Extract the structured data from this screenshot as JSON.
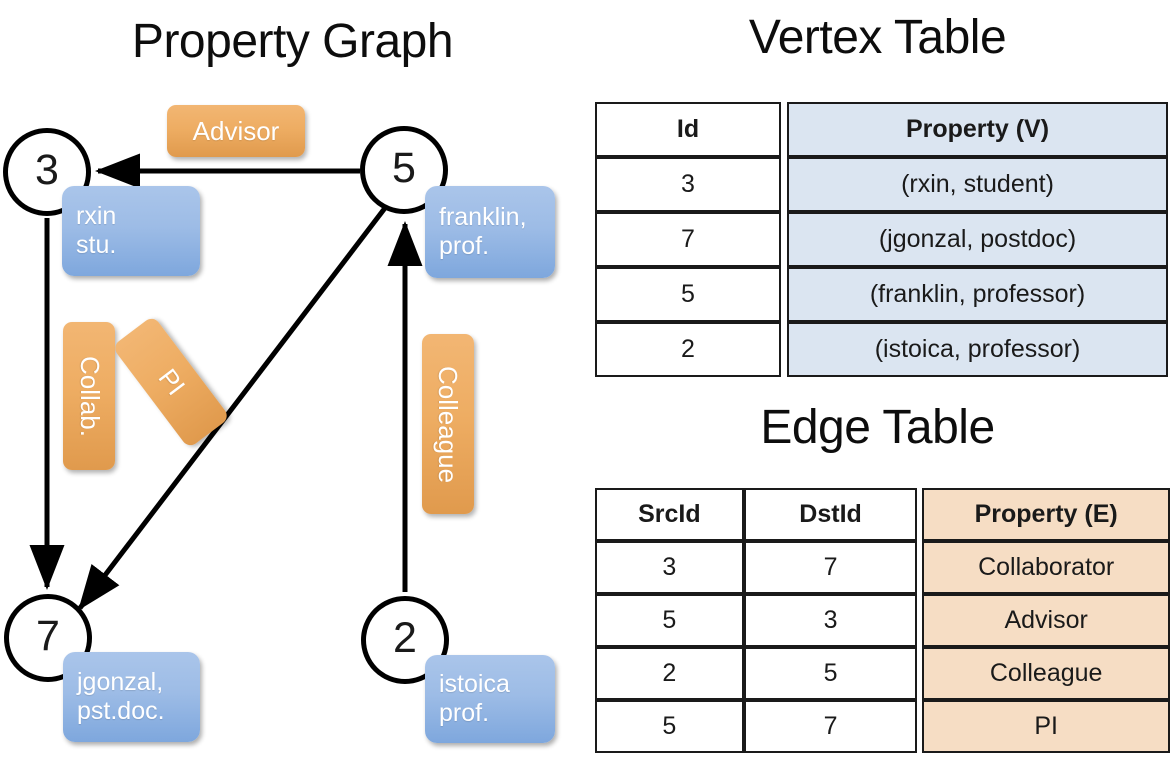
{
  "panels": {
    "graph_title": "Property Graph",
    "vertex_title": "Vertex Table",
    "edge_title": "Edge Table"
  },
  "graph": {
    "nodes": [
      {
        "id": "3",
        "property_line1": "rxin",
        "property_line2": "stu."
      },
      {
        "id": "5",
        "property_line1": "franklin,",
        "property_line2": "prof."
      },
      {
        "id": "7",
        "property_line1": "jgonzal,",
        "property_line2": "pst.doc."
      },
      {
        "id": "2",
        "property_line1": "istoica",
        "property_line2": "prof."
      }
    ],
    "edge_labels": {
      "advisor": "Advisor",
      "collab": "Collab.",
      "pi": "PI",
      "colleague": "Colleague"
    },
    "edges": [
      {
        "src": "5",
        "dst": "3",
        "label": "Advisor"
      },
      {
        "src": "3",
        "dst": "7",
        "label": "Collab."
      },
      {
        "src": "5",
        "dst": "7",
        "label": "PI"
      },
      {
        "src": "2",
        "dst": "5",
        "label": "Colleague"
      }
    ]
  },
  "vertex_table": {
    "headers": [
      "Id",
      "Property (V)"
    ],
    "rows": [
      {
        "id": "3",
        "property": "(rxin, student)"
      },
      {
        "id": "7",
        "property": "(jgonzal, postdoc)"
      },
      {
        "id": "5",
        "property": "(franklin, professor)"
      },
      {
        "id": "2",
        "property": "(istoica, professor)"
      }
    ]
  },
  "edge_table": {
    "headers": [
      "SrcId",
      "DstId",
      "Property (E)"
    ],
    "rows": [
      {
        "src": "3",
        "dst": "7",
        "property": "Collaborator"
      },
      {
        "src": "5",
        "dst": "3",
        "property": "Advisor"
      },
      {
        "src": "2",
        "dst": "5",
        "property": "Colleague"
      },
      {
        "src": "5",
        "dst": "7",
        "property": "PI"
      }
    ]
  },
  "colors": {
    "node_blue_top": "#aac5ea",
    "node_blue_bottom": "#7ea7dd",
    "edge_orange_top": "#f2b673",
    "edge_orange_bottom": "#e09a4d",
    "vertex_header_fill": "#dbe5f1",
    "edge_header_fill": "#f6ddc4",
    "stroke": "#000000"
  }
}
